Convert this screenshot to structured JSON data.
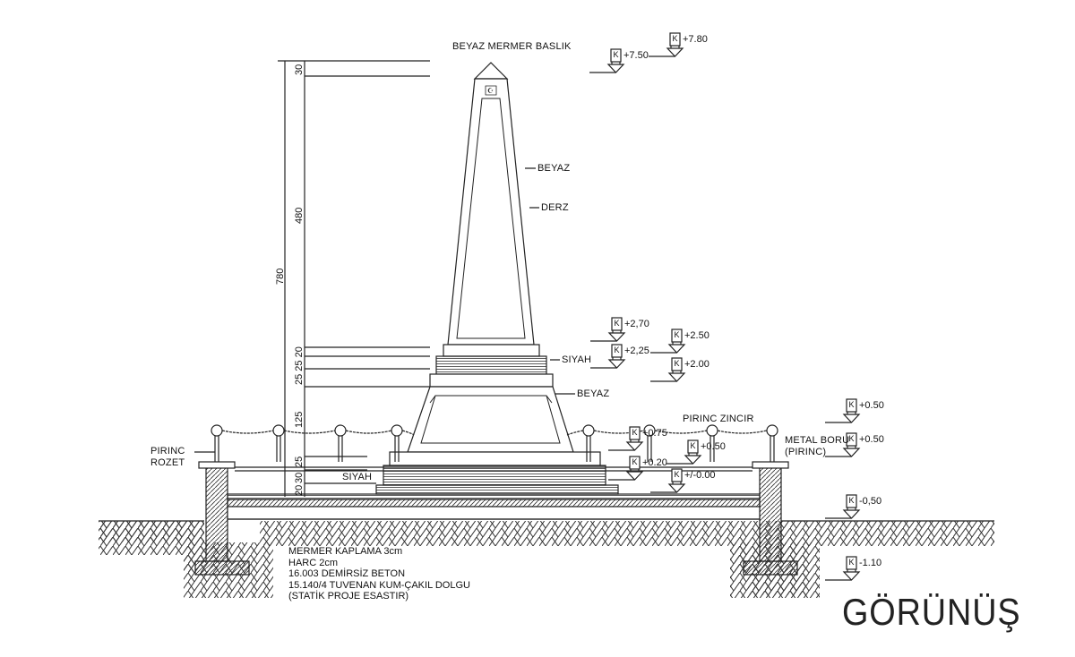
{
  "title": "GÖRÜNÜŞ",
  "labels": {
    "cap": "BEYAZ MERMER BASLIK",
    "shaft_color": "BEYAZ",
    "joint": "DERZ",
    "band_color": "SIYAH",
    "pedestal_color": "BEYAZ",
    "chain": "PIRINC ZINCIR",
    "pipe_1": "METAL BORU",
    "pipe_2": "(PIRINC)",
    "rosette_1": "PIRINC",
    "rosette_2": "ROZET",
    "base_color": "SIYAH"
  },
  "dimensions": {
    "cap": "30",
    "shaft": "480",
    "total": "780",
    "band": "25 25 20",
    "pedestal": "125",
    "base": "25",
    "step": "30",
    "floor": "20"
  },
  "levels": [
    {
      "marker": "K",
      "value": "+7.80"
    },
    {
      "marker": "K",
      "value": "+7.50"
    },
    {
      "marker": "K",
      "value": "+2,70"
    },
    {
      "marker": "K",
      "value": "+2,25"
    },
    {
      "marker": "K",
      "value": "+2.50"
    },
    {
      "marker": "K",
      "value": "+2.00"
    },
    {
      "marker": "K",
      "value": "+0.75"
    },
    {
      "marker": "K",
      "value": "+0.50"
    },
    {
      "marker": "K",
      "value": "+0.20"
    },
    {
      "marker": "K",
      "value": "+/-0.00"
    },
    {
      "marker": "K",
      "value": "+0.50"
    },
    {
      "marker": "K",
      "value": "+0.50"
    },
    {
      "marker": "K",
      "value": "-0,50"
    },
    {
      "marker": "K",
      "value": "-1.10"
    }
  ],
  "notes": [
    "MERMER KAPLAMA 3cm",
    "HARC 2cm",
    "16.003 DEMİRSİZ BETON",
    "15.140/4 TUVENAN KUM-ÇAKIL DOLGU",
    "(STATİK PROJE ESASTIR)"
  ]
}
